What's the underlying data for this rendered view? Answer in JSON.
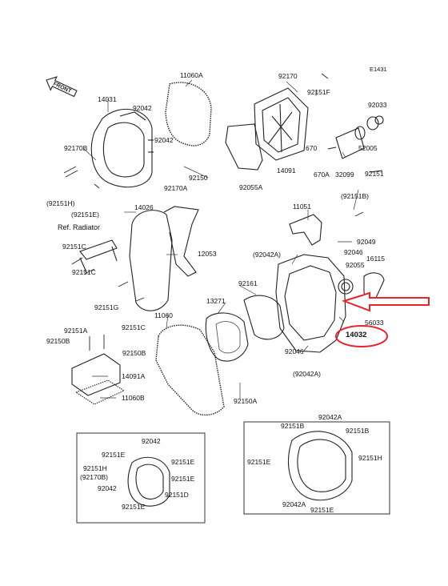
{
  "diagram": {
    "code": "E1431",
    "front_label": "FRONT",
    "ref_radiator": "Ref. Radiator",
    "accent_color": "#e8232b",
    "labels": [
      "11060A",
      "92170",
      "92151F",
      "14031",
      "92042",
      "92033",
      "92170B",
      "92042",
      "670",
      "52005",
      "14091",
      "670A",
      "32099",
      "92151",
      "92150",
      "92170A",
      "92055A",
      "92151H",
      "92151E",
      "14026",
      "11051",
      "92151B",
      "92151C",
      "12053",
      "92049",
      "92046",
      "92042A",
      "16115",
      "92055",
      "92151C",
      "92161",
      "92151G",
      "13271",
      "11060",
      "92151C",
      "56033",
      "92151A",
      "92150B",
      "14032",
      "92046",
      "92150B",
      "14091A",
      "92042A",
      "11060B",
      "92150A",
      "92042",
      "92151E",
      "92151H",
      "(92170B)",
      "92151E",
      "92151E",
      "92042",
      "92151D",
      "92151E",
      "92042A",
      "92151B",
      "92151B",
      "92151H",
      "92151E",
      "92042A",
      "92151E"
    ]
  }
}
